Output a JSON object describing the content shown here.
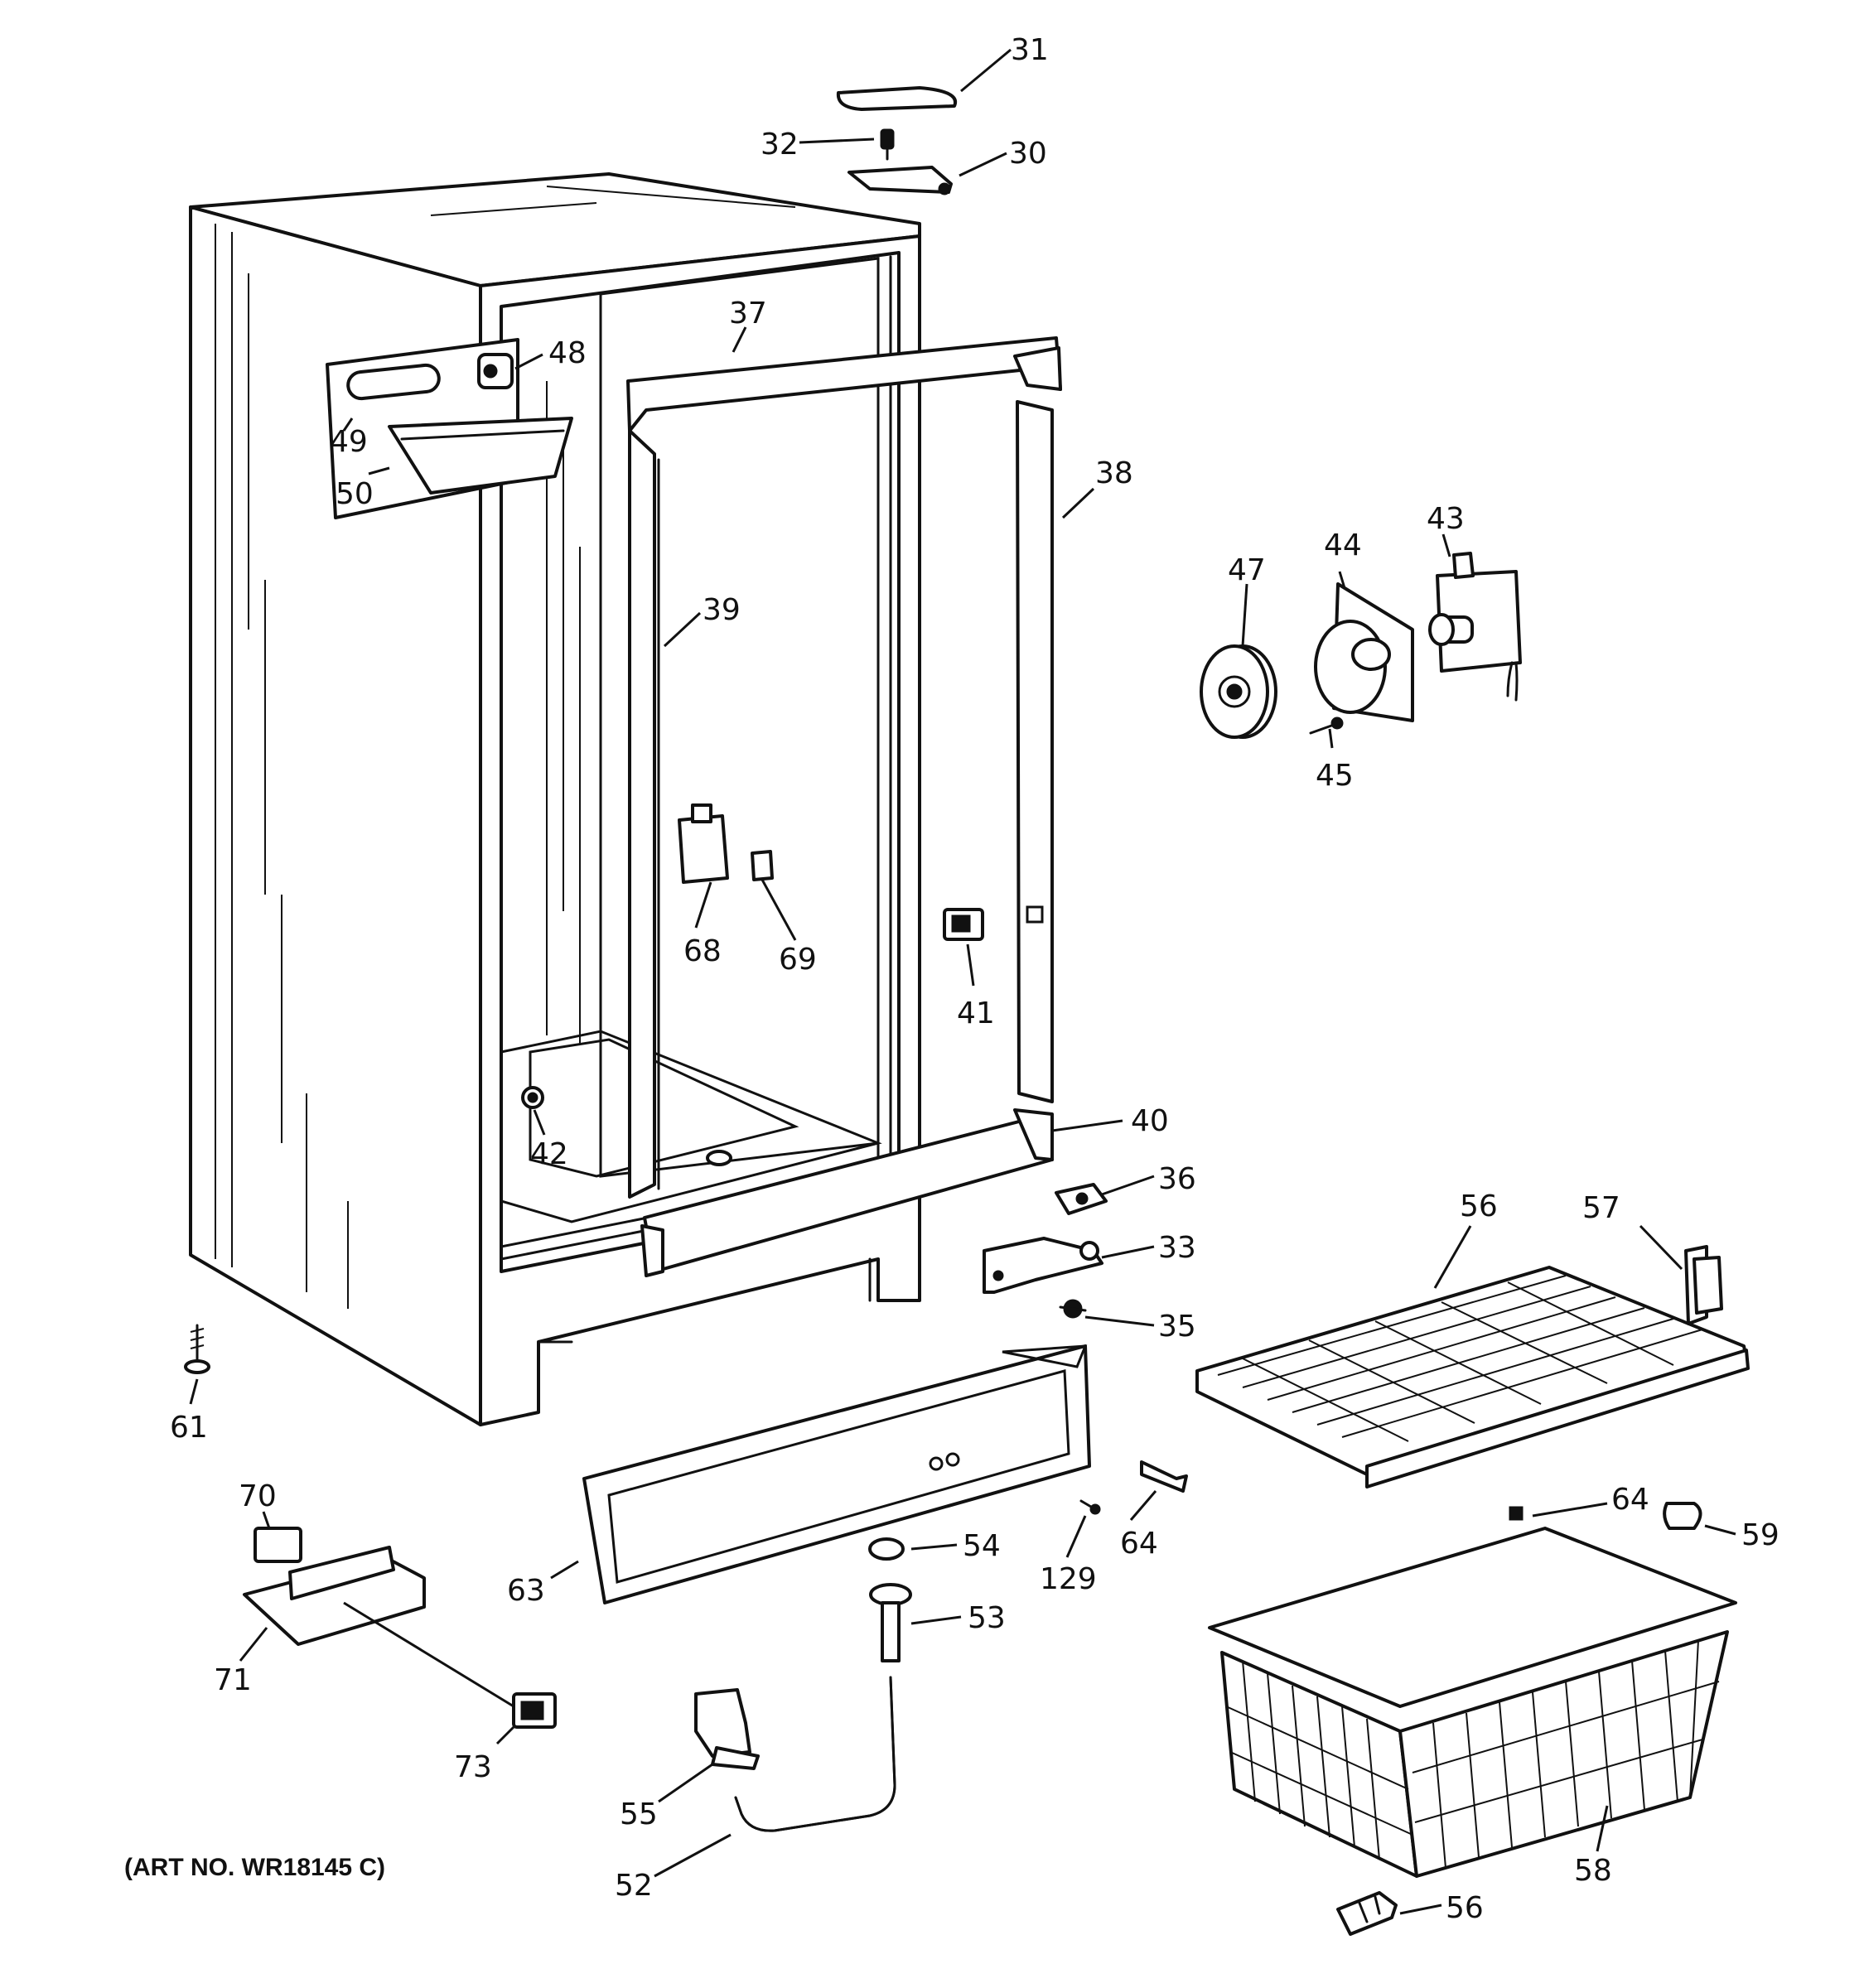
{
  "diagram": {
    "art_number": "(ART NO. WR18145 C)",
    "callouts": [
      {
        "id": "c31",
        "label": "31"
      },
      {
        "id": "c32",
        "label": "32"
      },
      {
        "id": "c30",
        "label": "30"
      },
      {
        "id": "c37",
        "label": "37"
      },
      {
        "id": "c48",
        "label": "48"
      },
      {
        "id": "c49",
        "label": "49"
      },
      {
        "id": "c50",
        "label": "50"
      },
      {
        "id": "c38",
        "label": "38"
      },
      {
        "id": "c39",
        "label": "39"
      },
      {
        "id": "c47",
        "label": "47"
      },
      {
        "id": "c44",
        "label": "44"
      },
      {
        "id": "c43",
        "label": "43"
      },
      {
        "id": "c45",
        "label": "45"
      },
      {
        "id": "c68",
        "label": "68"
      },
      {
        "id": "c69",
        "label": "69"
      },
      {
        "id": "c41",
        "label": "41"
      },
      {
        "id": "c42",
        "label": "42"
      },
      {
        "id": "c40",
        "label": "40"
      },
      {
        "id": "c36",
        "label": "36"
      },
      {
        "id": "c33",
        "label": "33"
      },
      {
        "id": "c35",
        "label": "35"
      },
      {
        "id": "c56a",
        "label": "56"
      },
      {
        "id": "c57",
        "label": "57"
      },
      {
        "id": "c61",
        "label": "61"
      },
      {
        "id": "c70",
        "label": "70"
      },
      {
        "id": "c71",
        "label": "71"
      },
      {
        "id": "c73",
        "label": "73"
      },
      {
        "id": "c63",
        "label": "63"
      },
      {
        "id": "c54",
        "label": "54"
      },
      {
        "id": "c53",
        "label": "53"
      },
      {
        "id": "c129",
        "label": "129"
      },
      {
        "id": "c64a",
        "label": "64"
      },
      {
        "id": "c64b",
        "label": "64"
      },
      {
        "id": "c59",
        "label": "59"
      },
      {
        "id": "c55",
        "label": "55"
      },
      {
        "id": "c52",
        "label": "52"
      },
      {
        "id": "c58",
        "label": "58"
      },
      {
        "id": "c56b",
        "label": "56"
      }
    ]
  }
}
